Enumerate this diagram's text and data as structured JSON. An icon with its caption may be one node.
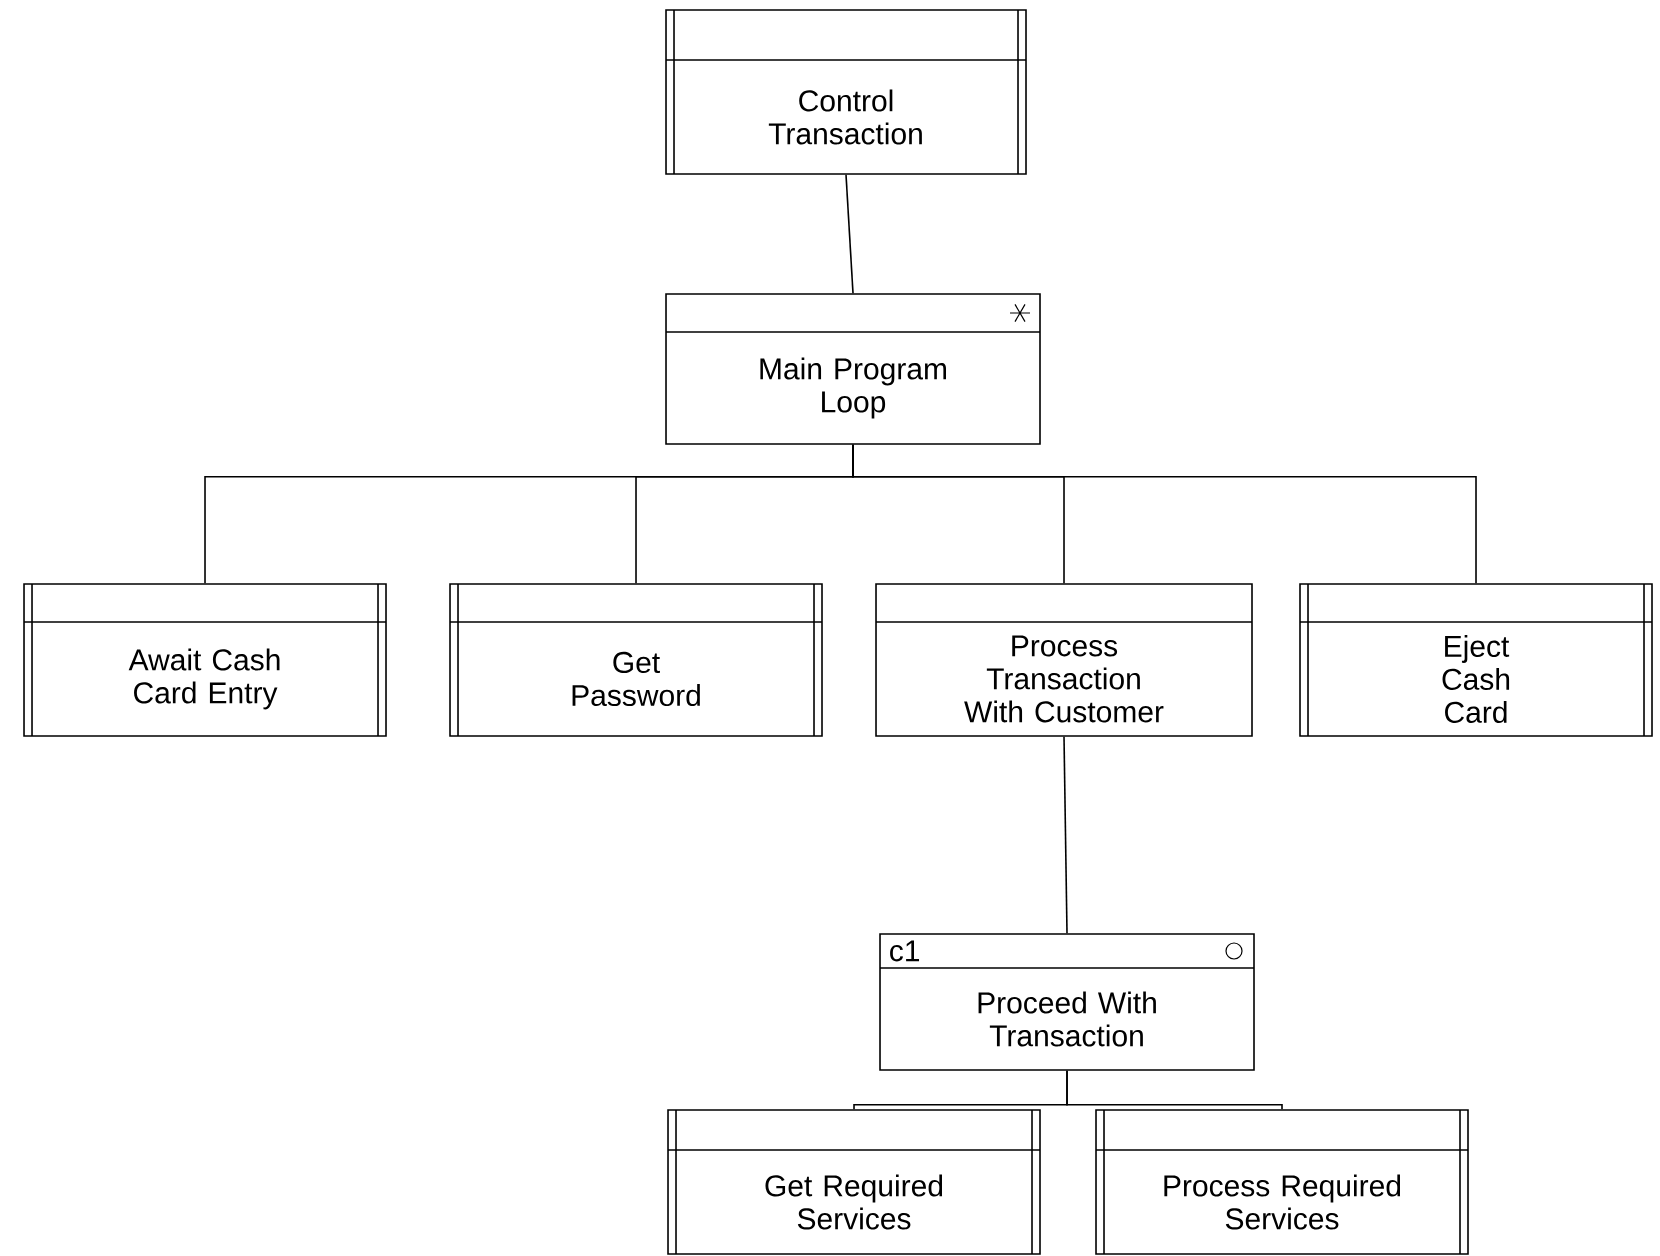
{
  "diagram": {
    "nodes": [
      {
        "text": [
          "Control Transaction"
        ]
      },
      {
        "text": [
          "Main Program Loop"
        ]
      },
      {
        "text": [
          "Await Cash Card Entry"
        ]
      },
      {
        "text": [
          "Get Password"
        ]
      },
      {
        "text": [
          "Process Transaction With Customer"
        ]
      },
      {
        "text": [
          "Eject Cash Card"
        ]
      },
      {
        "text": [
          "c1",
          "Proceed With Transaction"
        ]
      },
      {
        "text": [
          "Get Required Services"
        ]
      },
      {
        "text": [
          "Process Required Services"
        ]
      }
    ],
    "edges": [
      {
        "from": 0,
        "to": 1,
        "arrow": "none"
      },
      {
        "from": 1,
        "to": 2,
        "arrow": "none"
      },
      {
        "from": 1,
        "to": 3,
        "arrow": "none"
      },
      {
        "from": 1,
        "to": 4,
        "arrow": "none"
      },
      {
        "from": 1,
        "to": 5,
        "arrow": "none"
      },
      {
        "from": 4,
        "to": 6,
        "arrow": "none"
      },
      {
        "from": 6,
        "to": 7,
        "arrow": "none"
      },
      {
        "from": 6,
        "to": 8,
        "arrow": "none"
      }
    ]
  }
}
